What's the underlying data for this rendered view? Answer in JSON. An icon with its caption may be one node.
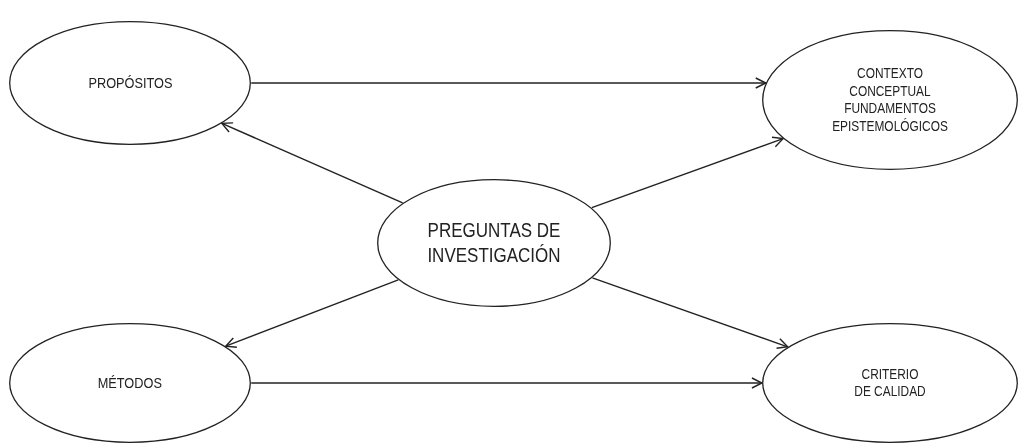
{
  "diagram": {
    "nodes": [
      {
        "text": [
          "PROPÓSITOS"
        ]
      },
      {
        "text": [
          "CONTEXTO CONCEPTUAL FUNDAMENTOS EPISTEMOLÓGICOS"
        ]
      },
      {
        "text": [
          "PREGUNTAS DE INVESTIGACIÓN"
        ]
      },
      {
        "text": [
          "MÉTODOS"
        ]
      },
      {
        "text": [
          "CRITERIO DE CALIDAD"
        ]
      }
    ],
    "edges": [
      {
        "from": 0,
        "to": 1,
        "arrow": "to"
      },
      {
        "from": 2,
        "to": 0,
        "arrow": "to"
      },
      {
        "from": 2,
        "to": 1,
        "arrow": "to"
      },
      {
        "from": 2,
        "to": 3,
        "arrow": "to"
      },
      {
        "from": 2,
        "to": 4,
        "arrow": "to"
      },
      {
        "from": 3,
        "to": 4,
        "arrow": "to"
      }
    ]
  }
}
